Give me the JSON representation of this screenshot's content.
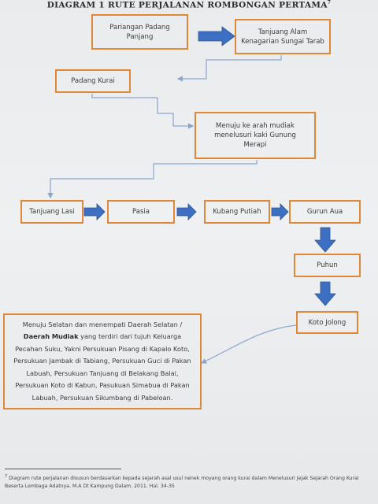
{
  "title": "DIAGRAM 1 RUTE PERJALANAN ROMBONGAN PERTAMA",
  "title_note": "7",
  "nodes": {
    "pariangan": "Pariangan Padang\nPanjang",
    "tanjuang_alam": "Tanjuang Alam\nKenagarian Sungai Tarab",
    "padang_kurai": "Padang Kurai",
    "menuju_mudiak": "Menuju ke arah mudiak\nmenelusuri kaki Gunung\nMerapi",
    "tanjuang_lasi": "Tanjuang Lasi",
    "pasia": "Pasia",
    "kubang_putiah": "Kubang Putiah",
    "gurun_aua": "Gurun Aua",
    "puhun": "Puhun",
    "koto_jolong": "Koto Jolong"
  },
  "destination": {
    "line1": "Menuju Selatan dan menempati Daerah Selatan /",
    "bold": "Daerah Mudiak",
    "line2": "yang terdiri dari tujuh Keluarga Pecahan Suku, Yakni Persukuan Pisang di Kapalo Koto, Persukuan Jambak di Tabiang, Persukuan Guci di Pakan Labuah, Persukuan Tanjuang di Belakang Balai, Persukuan Koto di Kabun, Pasukuan Simabua di Pakan Labuah, Persukuan Sikumbang di Pabeloan."
  },
  "footnote": {
    "number": "7",
    "text": "Diagram rute perjalanan disusun berdasarkan kepada sejarah asal usul nenek moyang orang kurai dalam Menelusuri Jejak Sejarah Orang Kurai Beserta Lembaga Adatnya. M.A Dt Kampung Dalam. 2011. Hal. 34-35"
  },
  "colors": {
    "box_border": "#e0883a",
    "arrow_fill": "#3d6fc2",
    "connector": "#8aa6cf"
  },
  "icons": [
    "right-arrow-icon",
    "down-arrow-icon"
  ]
}
